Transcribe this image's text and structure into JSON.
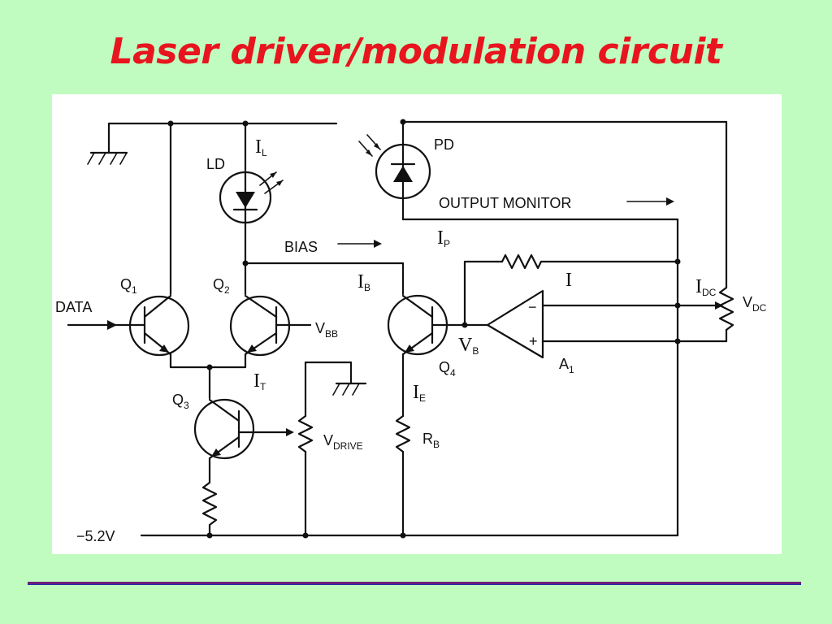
{
  "title": "Laser driver/modulation circuit",
  "labels": {
    "ld": "LD",
    "pd": "PD",
    "output_monitor": "OUTPUT MONITOR",
    "bias": "BIAS",
    "data": "DATA",
    "q1": "Q",
    "q1_sub": "1",
    "q2": "Q",
    "q2_sub": "2",
    "q3": "Q",
    "q3_sub": "3",
    "q4": "Q",
    "q4_sub": "4",
    "vbb": "V",
    "vbb_sub": "BB",
    "vdrive": "V",
    "vdrive_sub": "DRIVE",
    "rb": "R",
    "rb_sub": "B",
    "a1": "A",
    "a1_sub": "1",
    "vdc": "V",
    "vdc_sub": "DC",
    "supply": "−5.2V",
    "opamp_minus": "−",
    "opamp_plus": "+"
  },
  "annotations": {
    "il": "I",
    "il_sub": "L",
    "ip": "I",
    "ip_sub": "P",
    "ib": "I",
    "ib_sub": "B",
    "i": "I",
    "idc": "I",
    "idc_sub": "DC",
    "it": "I",
    "it_sub": "T",
    "ie": "I",
    "ie_sub": "E",
    "vb": "V",
    "vb_sub": "B"
  }
}
